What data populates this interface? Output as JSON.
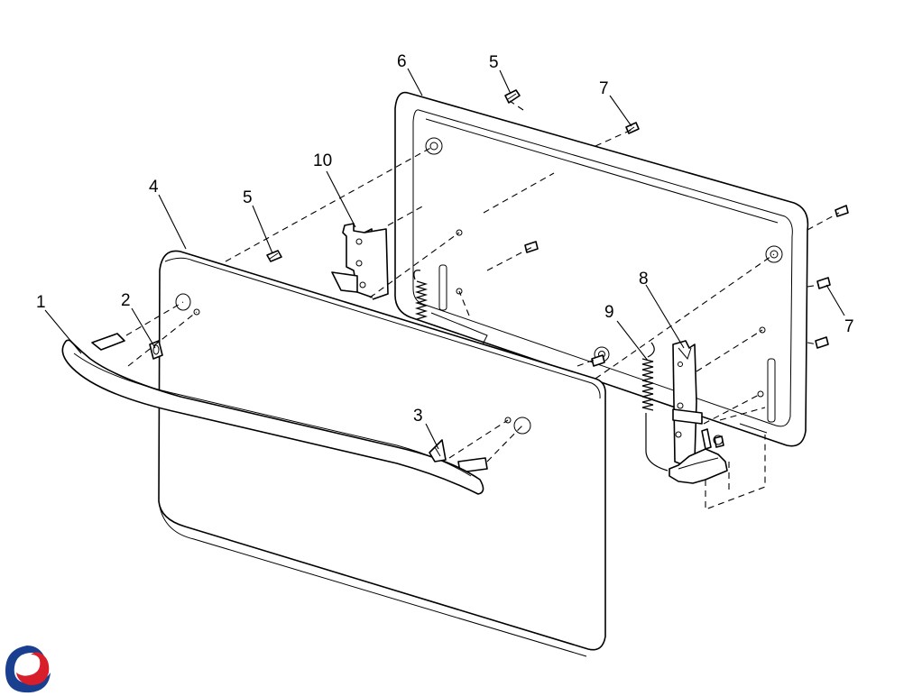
{
  "callouts": [
    {
      "id": "c1",
      "text": "1"
    },
    {
      "id": "c2",
      "text": "2"
    },
    {
      "id": "c3",
      "text": "3"
    },
    {
      "id": "c4",
      "text": "4"
    },
    {
      "id": "c5a",
      "text": "5"
    },
    {
      "id": "c5b",
      "text": "5"
    },
    {
      "id": "c6",
      "text": "6"
    },
    {
      "id": "c7a",
      "text": "7"
    },
    {
      "id": "c7b",
      "text": "7"
    },
    {
      "id": "c8",
      "text": "8"
    },
    {
      "id": "c9",
      "text": "9"
    },
    {
      "id": "c10",
      "text": "10"
    }
  ],
  "logo": {
    "icon": "brand-swirl-logo-icon",
    "colors": [
      "#1a3f8f",
      "#d81e2a"
    ]
  }
}
